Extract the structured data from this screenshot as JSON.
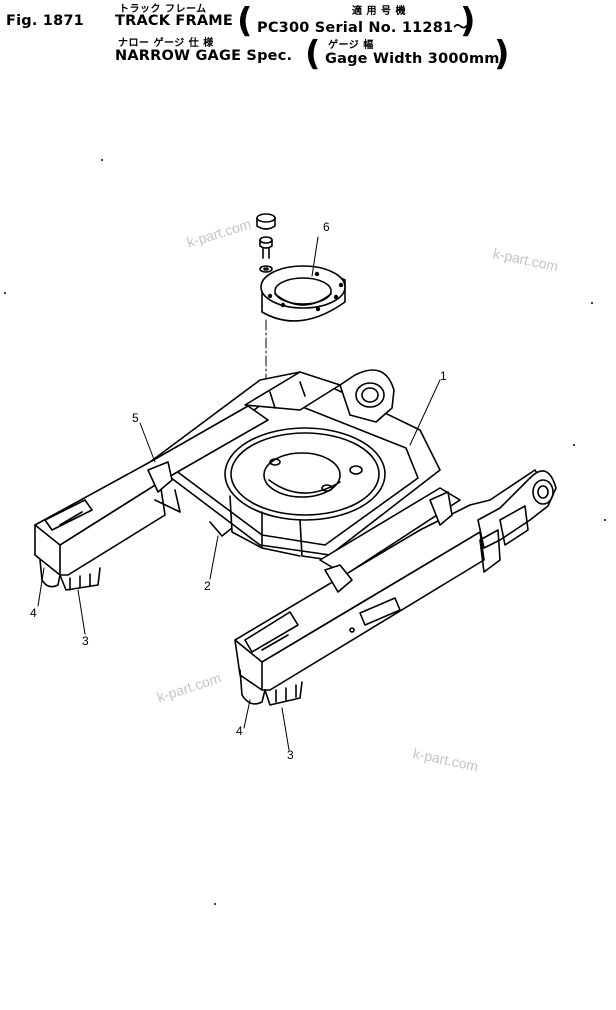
{
  "header": {
    "figure": "Fig. 1871",
    "title_jp": "トラック フレーム",
    "title": "TRACK FRAME",
    "serial_jp": "適 用 号 機",
    "serial": "PC300  Serial No. 11281～",
    "spec_jp": "ナロー  ゲージ  仕  様",
    "spec": "NARROW GAGE Spec.",
    "gage_jp": "ゲージ     幅",
    "gage": "Gage  Width  3000mm"
  },
  "callouts": [
    "6",
    "1",
    "5",
    "2",
    "4",
    "3",
    "4",
    "3"
  ],
  "watermarks": [
    "k-part.com",
    "k-part.com",
    "k-part.com",
    "k-part.com"
  ],
  "colors": {
    "line": "#000000",
    "watermark": "#c4c4c4",
    "background": "#ffffff"
  }
}
